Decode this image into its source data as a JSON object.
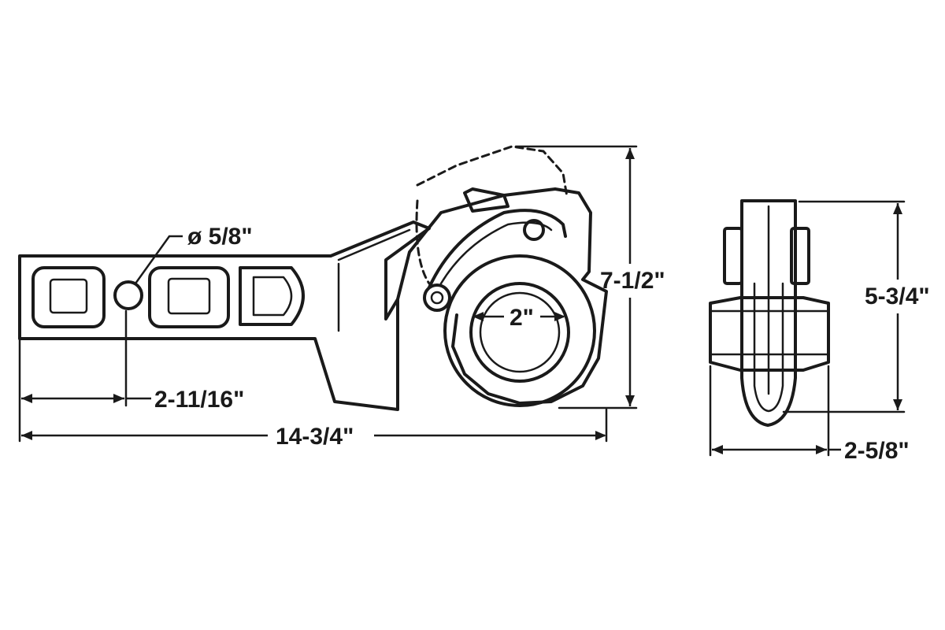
{
  "diagram": {
    "side_view": {
      "pin_hole_diameter": "ø 5/8\"",
      "hole_center_offset": "2-11/16\"",
      "overall_length": "14-3/4\"",
      "overall_height": "7-1/2\"",
      "hook_opening": "2\""
    },
    "end_view": {
      "height": "5-3/4\"",
      "width": "2-5/8\""
    }
  }
}
